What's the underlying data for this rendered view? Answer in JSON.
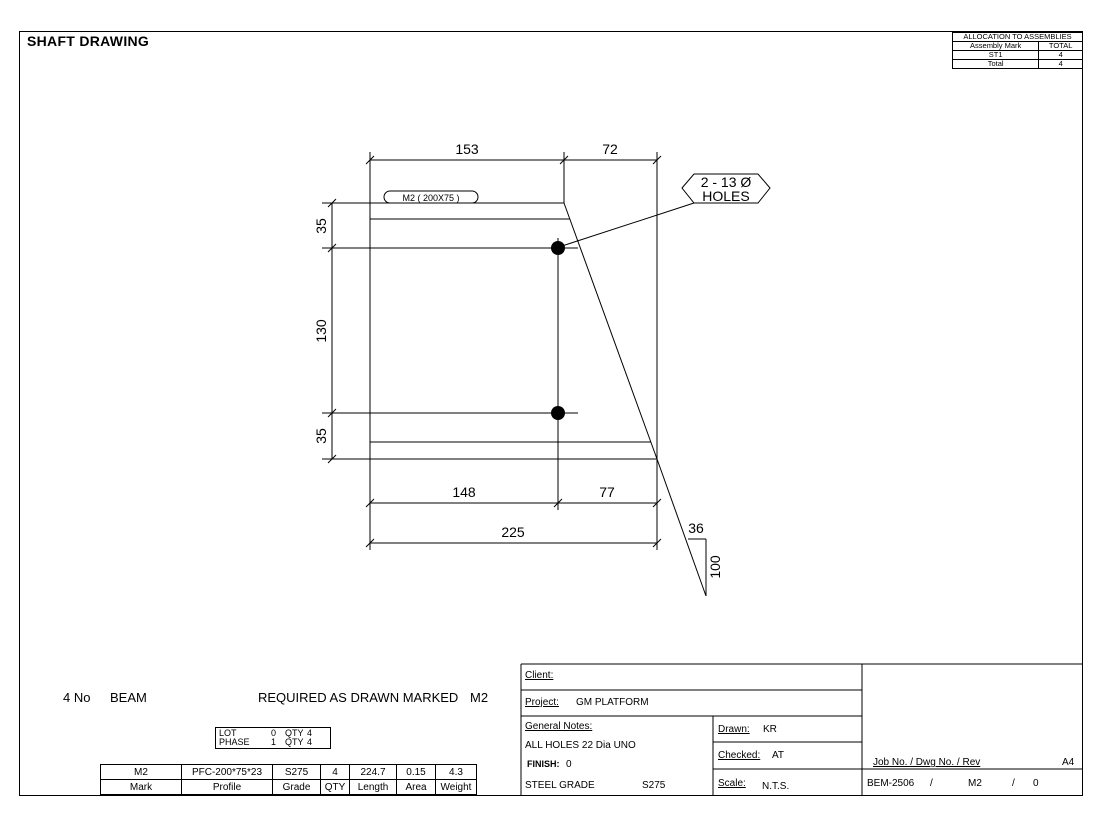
{
  "header": {
    "title": "SHAFT DRAWING"
  },
  "allocation": {
    "title": "ALLOCATION TO ASSEMBLIES",
    "columns": [
      "Assembly Mark",
      "TOTAL"
    ],
    "rows": [
      {
        "mark": "ST1",
        "total": "4"
      },
      {
        "mark": "Total",
        "total": "4"
      }
    ]
  },
  "drawing": {
    "dims": {
      "top_left": "153",
      "top_right": "72",
      "left_top": "35",
      "left_mid": "130",
      "left_bottom": "35",
      "bottom_left": "148",
      "bottom_right": "77",
      "bottom_total": "225"
    },
    "slope": {
      "run": "36",
      "rise": "100"
    },
    "mark_tag": "M2 ( 200X75 )",
    "hole_callout": {
      "line1": "2 - 13 Ø",
      "line2": "HOLES"
    }
  },
  "requirement": {
    "qty": "4 No",
    "type": "BEAM",
    "text": "REQUIRED AS DRAWN MARKED",
    "mark": "M2"
  },
  "lot_box": {
    "lot_label": "LOT",
    "lot_value": "0",
    "phase_label": "PHASE",
    "phase_value": "1",
    "qty_label": "QTY",
    "qty_value": "4"
  },
  "parts_table": {
    "headers": [
      "Mark",
      "Profile",
      "Grade",
      "QTY",
      "Length",
      "Area",
      "Weight"
    ],
    "row": [
      "M2",
      "PFC-200*75*23",
      "S275",
      "4",
      "224.7",
      "0.15",
      "4.3"
    ]
  },
  "title_block": {
    "client_label": "Client:",
    "client_value": "",
    "project_label": "Project:",
    "project_value": "GM PLATFORM",
    "notes_label": "General Notes:",
    "notes_line": "ALL HOLES 22  Dia UNO",
    "finish_label": "FINISH:",
    "finish_value": "0",
    "steel_label": "STEEL GRADE",
    "steel_value": "S275",
    "drawn_label": "Drawn:",
    "drawn_value": "KR",
    "checked_label": "Checked:",
    "checked_value": "AT",
    "scale_label": "Scale:",
    "scale_value": "N.T.S.",
    "job_header": "Job No.   /  Dwg No.  /  Rev",
    "sheet_size": "A4",
    "job_no": "BEM-2506",
    "sep1": "/",
    "dwg_no": "M2",
    "sep2": "/",
    "rev": "0"
  }
}
